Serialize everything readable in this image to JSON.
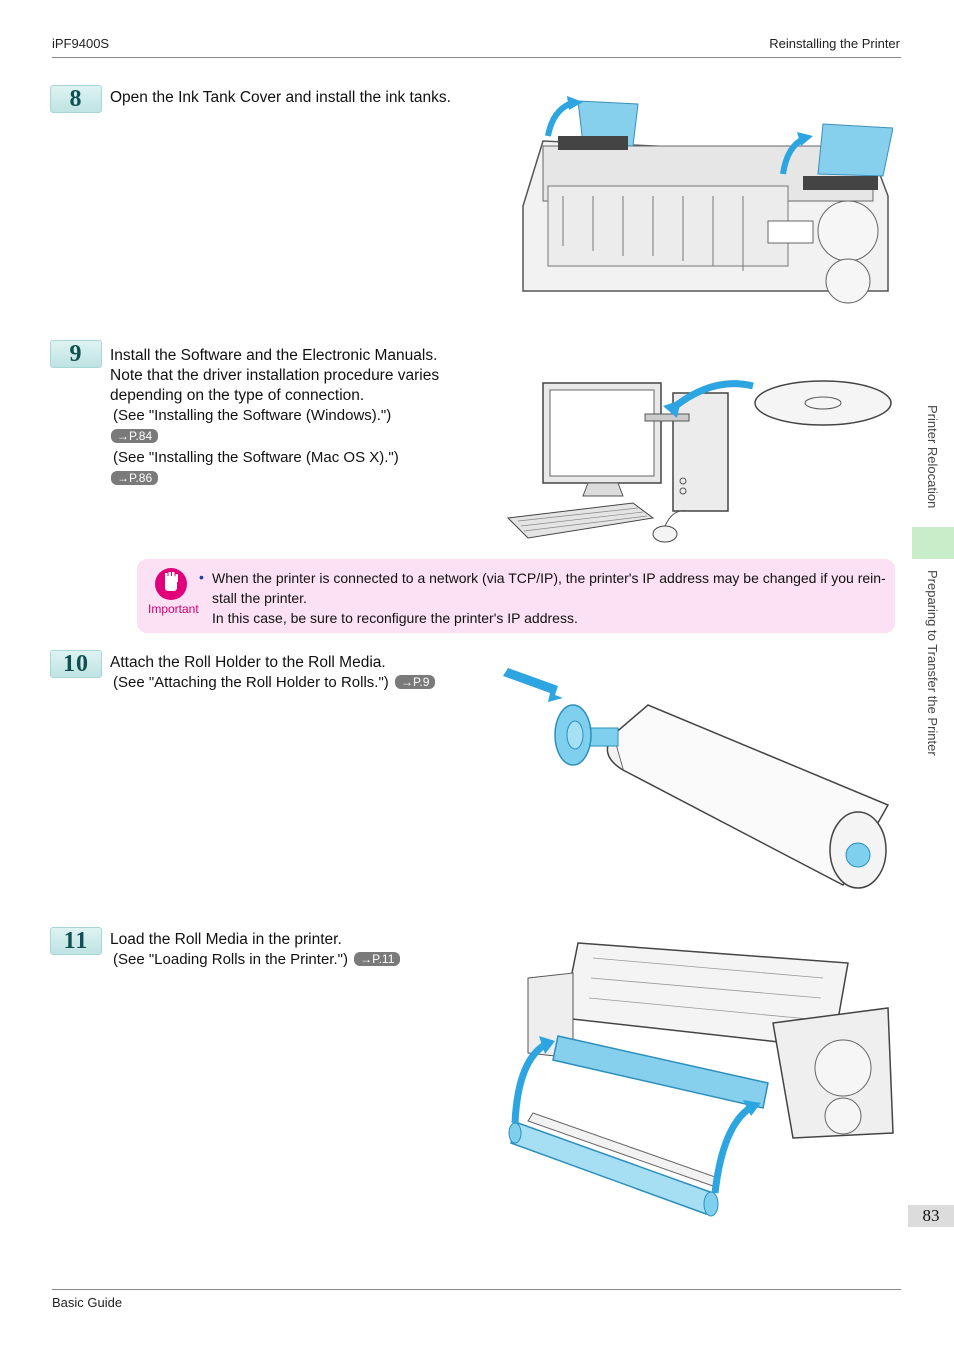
{
  "header": {
    "left": "iPF9400S",
    "right": "Reinstalling the Printer"
  },
  "steps": [
    {
      "number": "8",
      "lines": [
        "Open the Ink Tank Cover and install the ink tanks."
      ]
    },
    {
      "number": "9",
      "lines": [
        "Install the Software and the Electronic Manuals.",
        "Note that the driver installation procedure varies",
        "depending on the type of connection."
      ],
      "refs": [
        {
          "text": " (See \"Installing the Software (Windows).\")",
          "page": "→P.84"
        },
        {
          "text": " (See \"Installing the Software (Mac OS X).\")",
          "page": "→P.86"
        }
      ]
    },
    {
      "number": "10",
      "lines": [
        "Attach the Roll Holder to the Roll Media."
      ],
      "refs": [
        {
          "text": " (See \"Attaching the Roll Holder to Rolls.\")",
          "page": "→P.9"
        }
      ]
    },
    {
      "number": "11",
      "lines": [
        "Load the Roll Media in the printer."
      ],
      "refs": [
        {
          "text": " (See \"Loading Rolls in the Printer.\")",
          "page": "→P.11"
        }
      ]
    }
  ],
  "important": {
    "label": "Important",
    "lines": [
      "When the printer is connected to a network (via TCP/IP), the printer's IP address may be changed if you rein-",
      "stall the printer.",
      "In this case, be sure to reconfigure the printer's IP address."
    ]
  },
  "sidebar": {
    "section": "Printer Relocation",
    "subsection": "Preparing to Transfer the Printer",
    "tab_color": "#c9ecc9"
  },
  "page_number": "83",
  "footer": "Basic Guide",
  "colors": {
    "badge": "#bfe3e3",
    "important_bg": "#fbe1f3",
    "important_accent": "#e2007a",
    "illustration_blue": "#5bc0e8"
  }
}
